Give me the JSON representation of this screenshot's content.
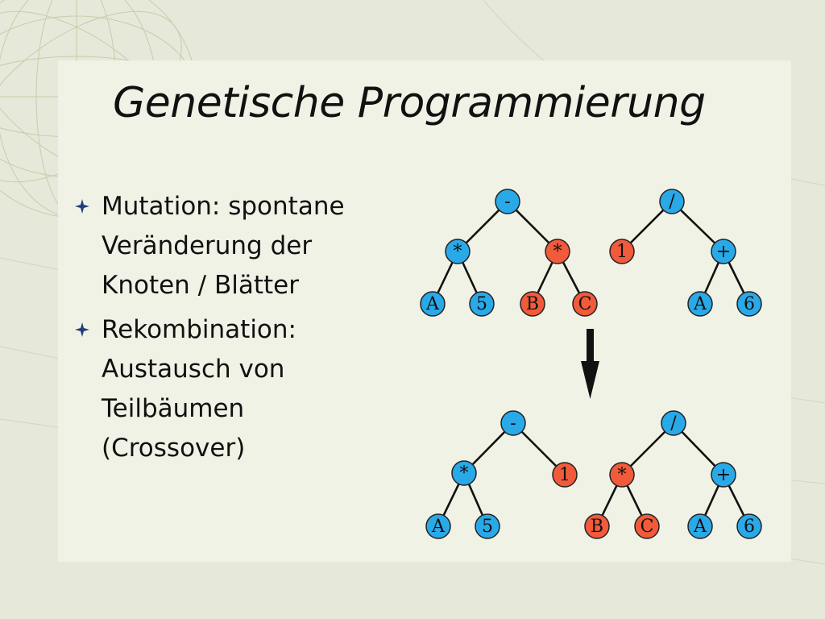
{
  "slide": {
    "title": "Genetische Programmierung",
    "bullets": [
      {
        "lines": [
          "Mutation: spontane",
          "Veränderung der",
          "Knoten / Blätter"
        ]
      },
      {
        "lines": [
          "Rekombination:",
          "Austausch von",
          "Teilbäumen",
          "(Crossover)"
        ]
      }
    ]
  },
  "colors": {
    "node_normal": "#29a9e8",
    "node_changed": "#f15a3a",
    "bullet_icon": "#1f3f78",
    "arrow": "#111111"
  },
  "diagram": {
    "arrow_icon": "arrow-down-icon",
    "before": {
      "tree_left": {
        "root": "-",
        "children": [
          {
            "label": "*",
            "state": "normal",
            "children": [
              {
                "label": "A",
                "state": "normal"
              },
              {
                "label": "5",
                "state": "normal"
              }
            ]
          },
          {
            "label": "*",
            "state": "changed",
            "children": [
              {
                "label": "B",
                "state": "changed"
              },
              {
                "label": "C",
                "state": "changed"
              }
            ]
          }
        ]
      },
      "tree_right": {
        "root": "/",
        "children": [
          {
            "label": "1",
            "state": "changed"
          },
          {
            "label": "+",
            "state": "normal",
            "children": [
              {
                "label": "A",
                "state": "normal"
              },
              {
                "label": "6",
                "state": "normal"
              }
            ]
          }
        ]
      }
    },
    "after": {
      "tree_left": {
        "root": "-",
        "children": [
          {
            "label": "*",
            "state": "normal",
            "children": [
              {
                "label": "A",
                "state": "normal"
              },
              {
                "label": "5",
                "state": "normal"
              }
            ]
          },
          {
            "label": "1",
            "state": "changed"
          }
        ]
      },
      "tree_right": {
        "root": "/",
        "children": [
          {
            "label": "*",
            "state": "changed",
            "children": [
              {
                "label": "B",
                "state": "changed"
              },
              {
                "label": "C",
                "state": "changed"
              }
            ]
          },
          {
            "label": "+",
            "state": "normal",
            "children": [
              {
                "label": "A",
                "state": "normal"
              },
              {
                "label": "6",
                "state": "normal"
              }
            ]
          }
        ]
      }
    }
  }
}
